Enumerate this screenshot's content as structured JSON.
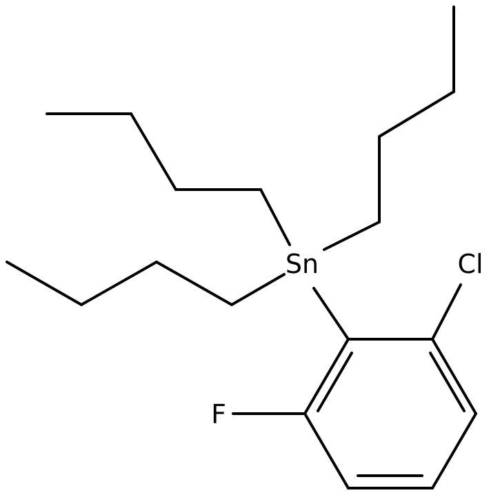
{
  "diagram": {
    "type": "structural-formula",
    "atoms": {
      "tin": "Sn",
      "chlorine": "Cl",
      "fluorine": "F"
    },
    "colors": {
      "bond": "#000000",
      "label": "#000000",
      "background": "#ffffff"
    }
  }
}
